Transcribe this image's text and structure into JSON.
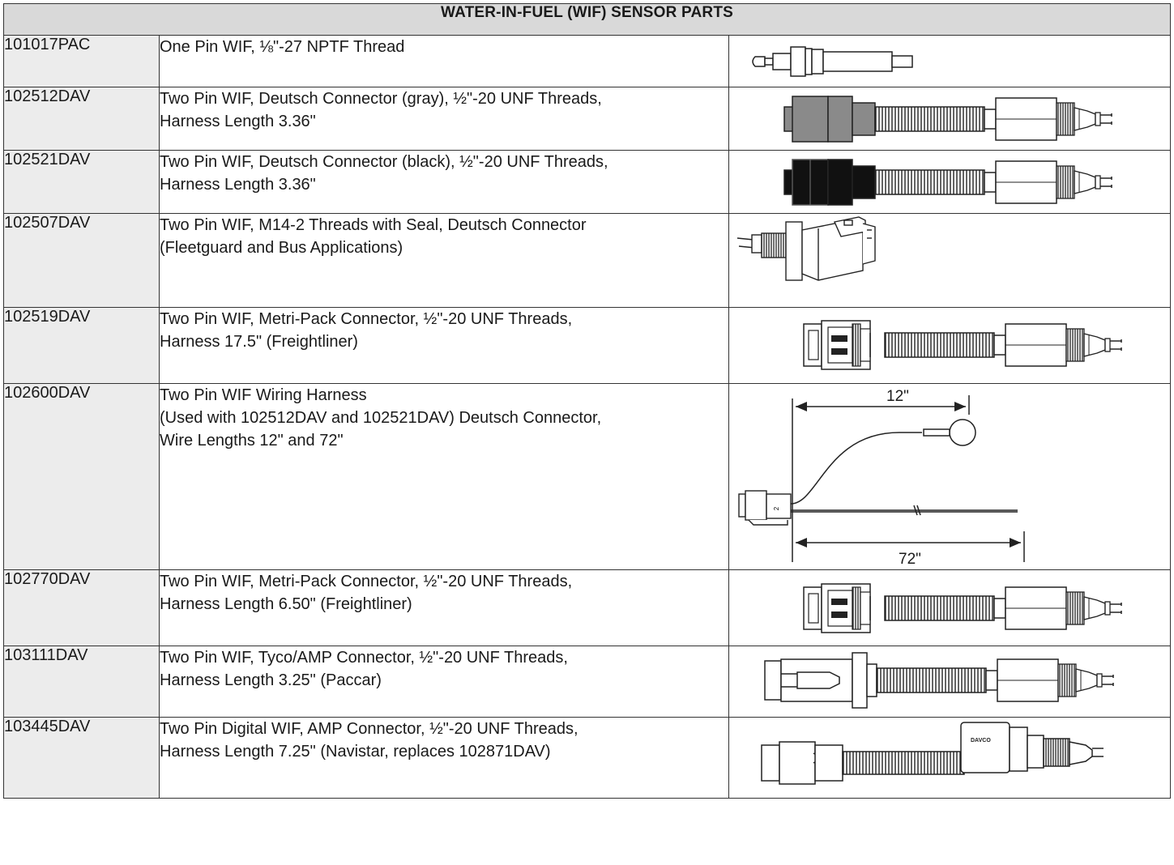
{
  "table": {
    "title": "WATER-IN-FUEL (WIF) SENSOR PARTS",
    "rows": [
      {
        "part": "101017PAC",
        "desc": [
          "One Pin WIF, ⅛\"-27 NPTF Thread"
        ],
        "image": "one-pin-sensor-icon"
      },
      {
        "part": "102512DAV",
        "desc": [
          "Two Pin WIF, Deutsch Connector (gray), ½\"-20 UNF Threads,",
          "Harness Length 3.36\""
        ],
        "image": "deutsch-gray-sensor-icon"
      },
      {
        "part": "102521DAV",
        "desc": [
          "Two Pin WIF, Deutsch Connector (black), ½\"-20 UNF Threads,",
          "Harness Length 3.36\""
        ],
        "image": "deutsch-black-sensor-icon"
      },
      {
        "part": "102507DAV",
        "desc": [
          "Two Pin WIF, M14-2 Threads with Seal, Deutsch Connector",
          "(Fleetguard and Bus Applications)"
        ],
        "image": "m14-sensor-icon"
      },
      {
        "part": "102519DAV",
        "desc": [
          "Two Pin WIF, Metri-Pack Connector, ½\"-20 UNF Threads,",
          "Harness 17.5\" (Freightliner)"
        ],
        "image": "metri-pack-sensor-icon"
      },
      {
        "part": "102600DAV",
        "desc": [
          "Two Pin WIF Wiring Harness",
          "(Used with 102512DAV and 102521DAV) Deutsch Connector,",
          "Wire Lengths 12\" and 72\""
        ],
        "image": "wiring-harness-icon",
        "dims": {
          "short": "12\"",
          "long": "72\"",
          "pin": "2"
        }
      },
      {
        "part": "102770DAV",
        "desc": [
          "Two Pin WIF, Metri-Pack Connector, ½\"-20 UNF Threads,",
          "Harness Length 6.50\" (Freightliner)"
        ],
        "image": "metri-pack-sensor-icon"
      },
      {
        "part": "103111DAV",
        "desc": [
          "Two Pin WIF, Tyco/AMP Connector, ½\"-20 UNF Threads,",
          "Harness Length 3.25\" (Paccar)"
        ],
        "image": "tyco-amp-sensor-icon"
      },
      {
        "part": "103445DAV",
        "desc": [
          "Two Pin Digital WIF, AMP Connector, ½\"-20 UNF Threads,",
          "Harness Length 7.25\" (Navistar, replaces 102871DAV)"
        ],
        "image": "digital-wif-sensor-icon",
        "brand": "DAVCO"
      }
    ]
  },
  "colors": {
    "header_bg": "#d9d9d9",
    "part_bg": "#ececec",
    "gray_connector": "#8a8a8a",
    "black_connector": "#111111"
  }
}
